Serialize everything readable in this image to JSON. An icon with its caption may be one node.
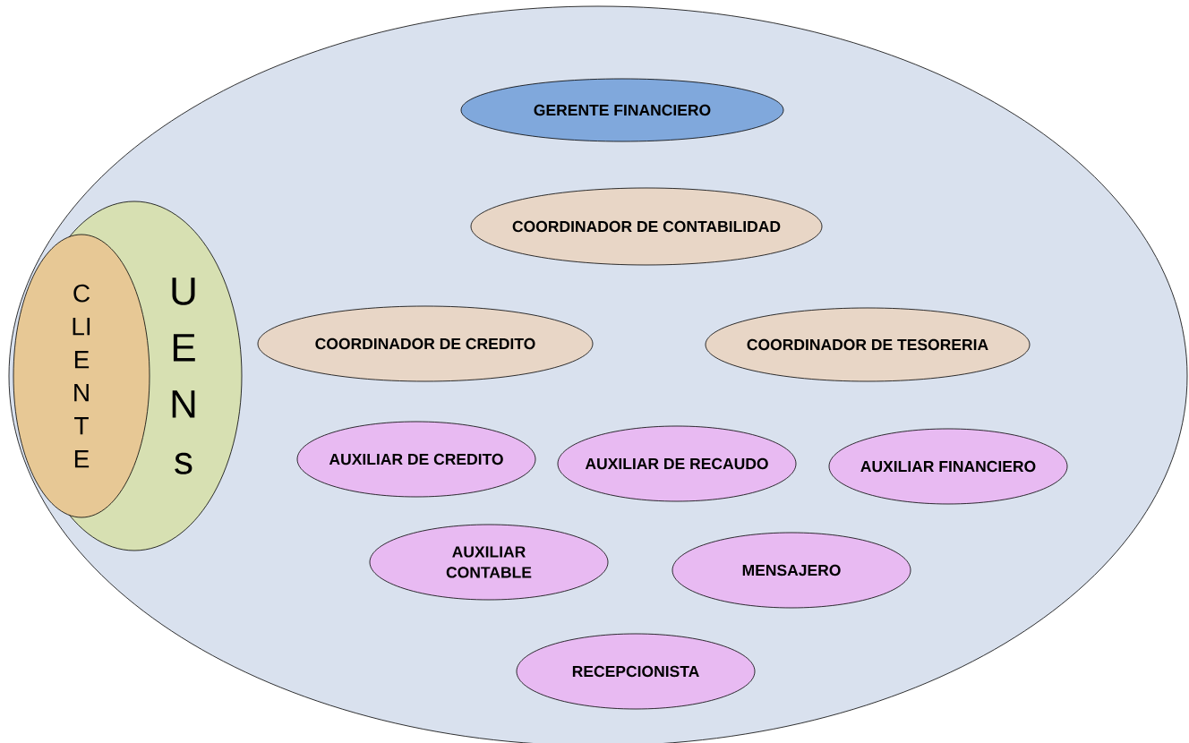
{
  "diagram": {
    "nodes": [
      {
        "text": [],
        "shape": "ellipse"
      },
      {
        "text": [
          "UENs"
        ],
        "in": 0
      },
      {
        "text": [
          "CLIENTE"
        ],
        "in": 0
      },
      {
        "text": [
          "GERENTE  FINANCIERO"
        ],
        "in": 0
      },
      {
        "text": [
          "COORDINADOR DE CONTABILIDAD"
        ],
        "in": 0
      },
      {
        "text": [
          "COORDINADOR DE CREDITO"
        ],
        "in": 0
      },
      {
        "text": [
          "COORDINADOR DE TESORERIA"
        ],
        "in": 0
      },
      {
        "text": [
          "AUXILIAR DE CREDITO"
        ],
        "in": 0
      },
      {
        "text": [
          "AUXILIAR DE RECAUDO"
        ],
        "in": 0
      },
      {
        "text": [
          "AUXILIAR FINANCIERO"
        ],
        "in": 0
      },
      {
        "text": [
          "AUXILIAR CONTABLE"
        ],
        "in": 0
      },
      {
        "text": [
          "MENSAJERO"
        ],
        "in": 0
      },
      {
        "text": [
          "RECEPCIONISTA"
        ],
        "in": 0
      }
    ]
  }
}
